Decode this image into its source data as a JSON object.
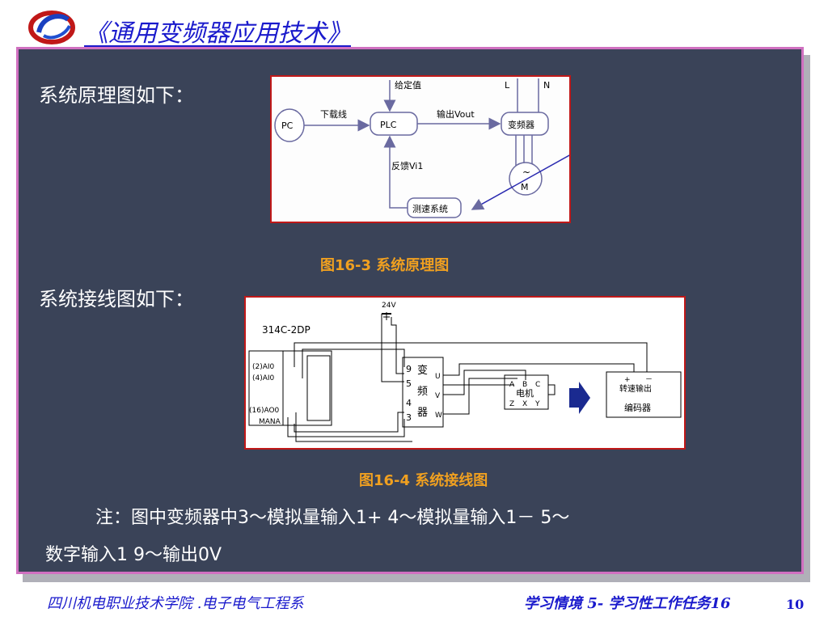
{
  "header": {
    "title": "《通用变频器应用技术》"
  },
  "slide": {
    "heading1": "系统原理图如下：",
    "heading2": "系统接线图如下：",
    "figure1": {
      "caption": "图16-3  系统原理图",
      "labels": {
        "setpoint": "给定值",
        "L": "L",
        "N": "N",
        "pc": "PC",
        "download": "下载线",
        "plc": "PLC",
        "output": "输出Vout",
        "vfd": "变频器",
        "feedback": "反馈Vi1",
        "motor_symbol": "~",
        "motor": "M",
        "speed_system": "测速系统"
      }
    },
    "figure2": {
      "caption": "图16-4  系统接线图",
      "labels": {
        "v24": "24V",
        "model": "314C-2DP",
        "ai0_2": "(2)AI0",
        "ai0_4": "(4)AI0",
        "ao0_16": "(16)AO0",
        "mana": "MANA",
        "t9": "9",
        "t5": "5",
        "t4": "4",
        "t3": "3",
        "vfd_1": "变",
        "vfd_2": "频",
        "vfd_3": "器",
        "u": "U",
        "v": "V",
        "w": "W",
        "a": "A",
        "b": "B",
        "c": "C",
        "motor": "电机",
        "z": "Z",
        "x": "X",
        "y": "Y",
        "plus": "+",
        "minus": "－",
        "speed_out": "转速输出",
        "encoder": "编码器"
      }
    },
    "note_line1": "注：图中变频器中3～模拟量输入1+   4～模拟量输入1－    5～",
    "note_line2": "数字输入1   9～输出0V"
  },
  "footer": {
    "left": "四川机电职业技术学院 .电子电气工程系",
    "right": "学习情境 5- 学习性工作任务16",
    "page": "10"
  },
  "colors": {
    "title": "#1a1acc",
    "panel_bg": "#3a4358",
    "panel_border": "#d070c0",
    "caption": "#f0a020",
    "figure_border": "#c01818"
  }
}
